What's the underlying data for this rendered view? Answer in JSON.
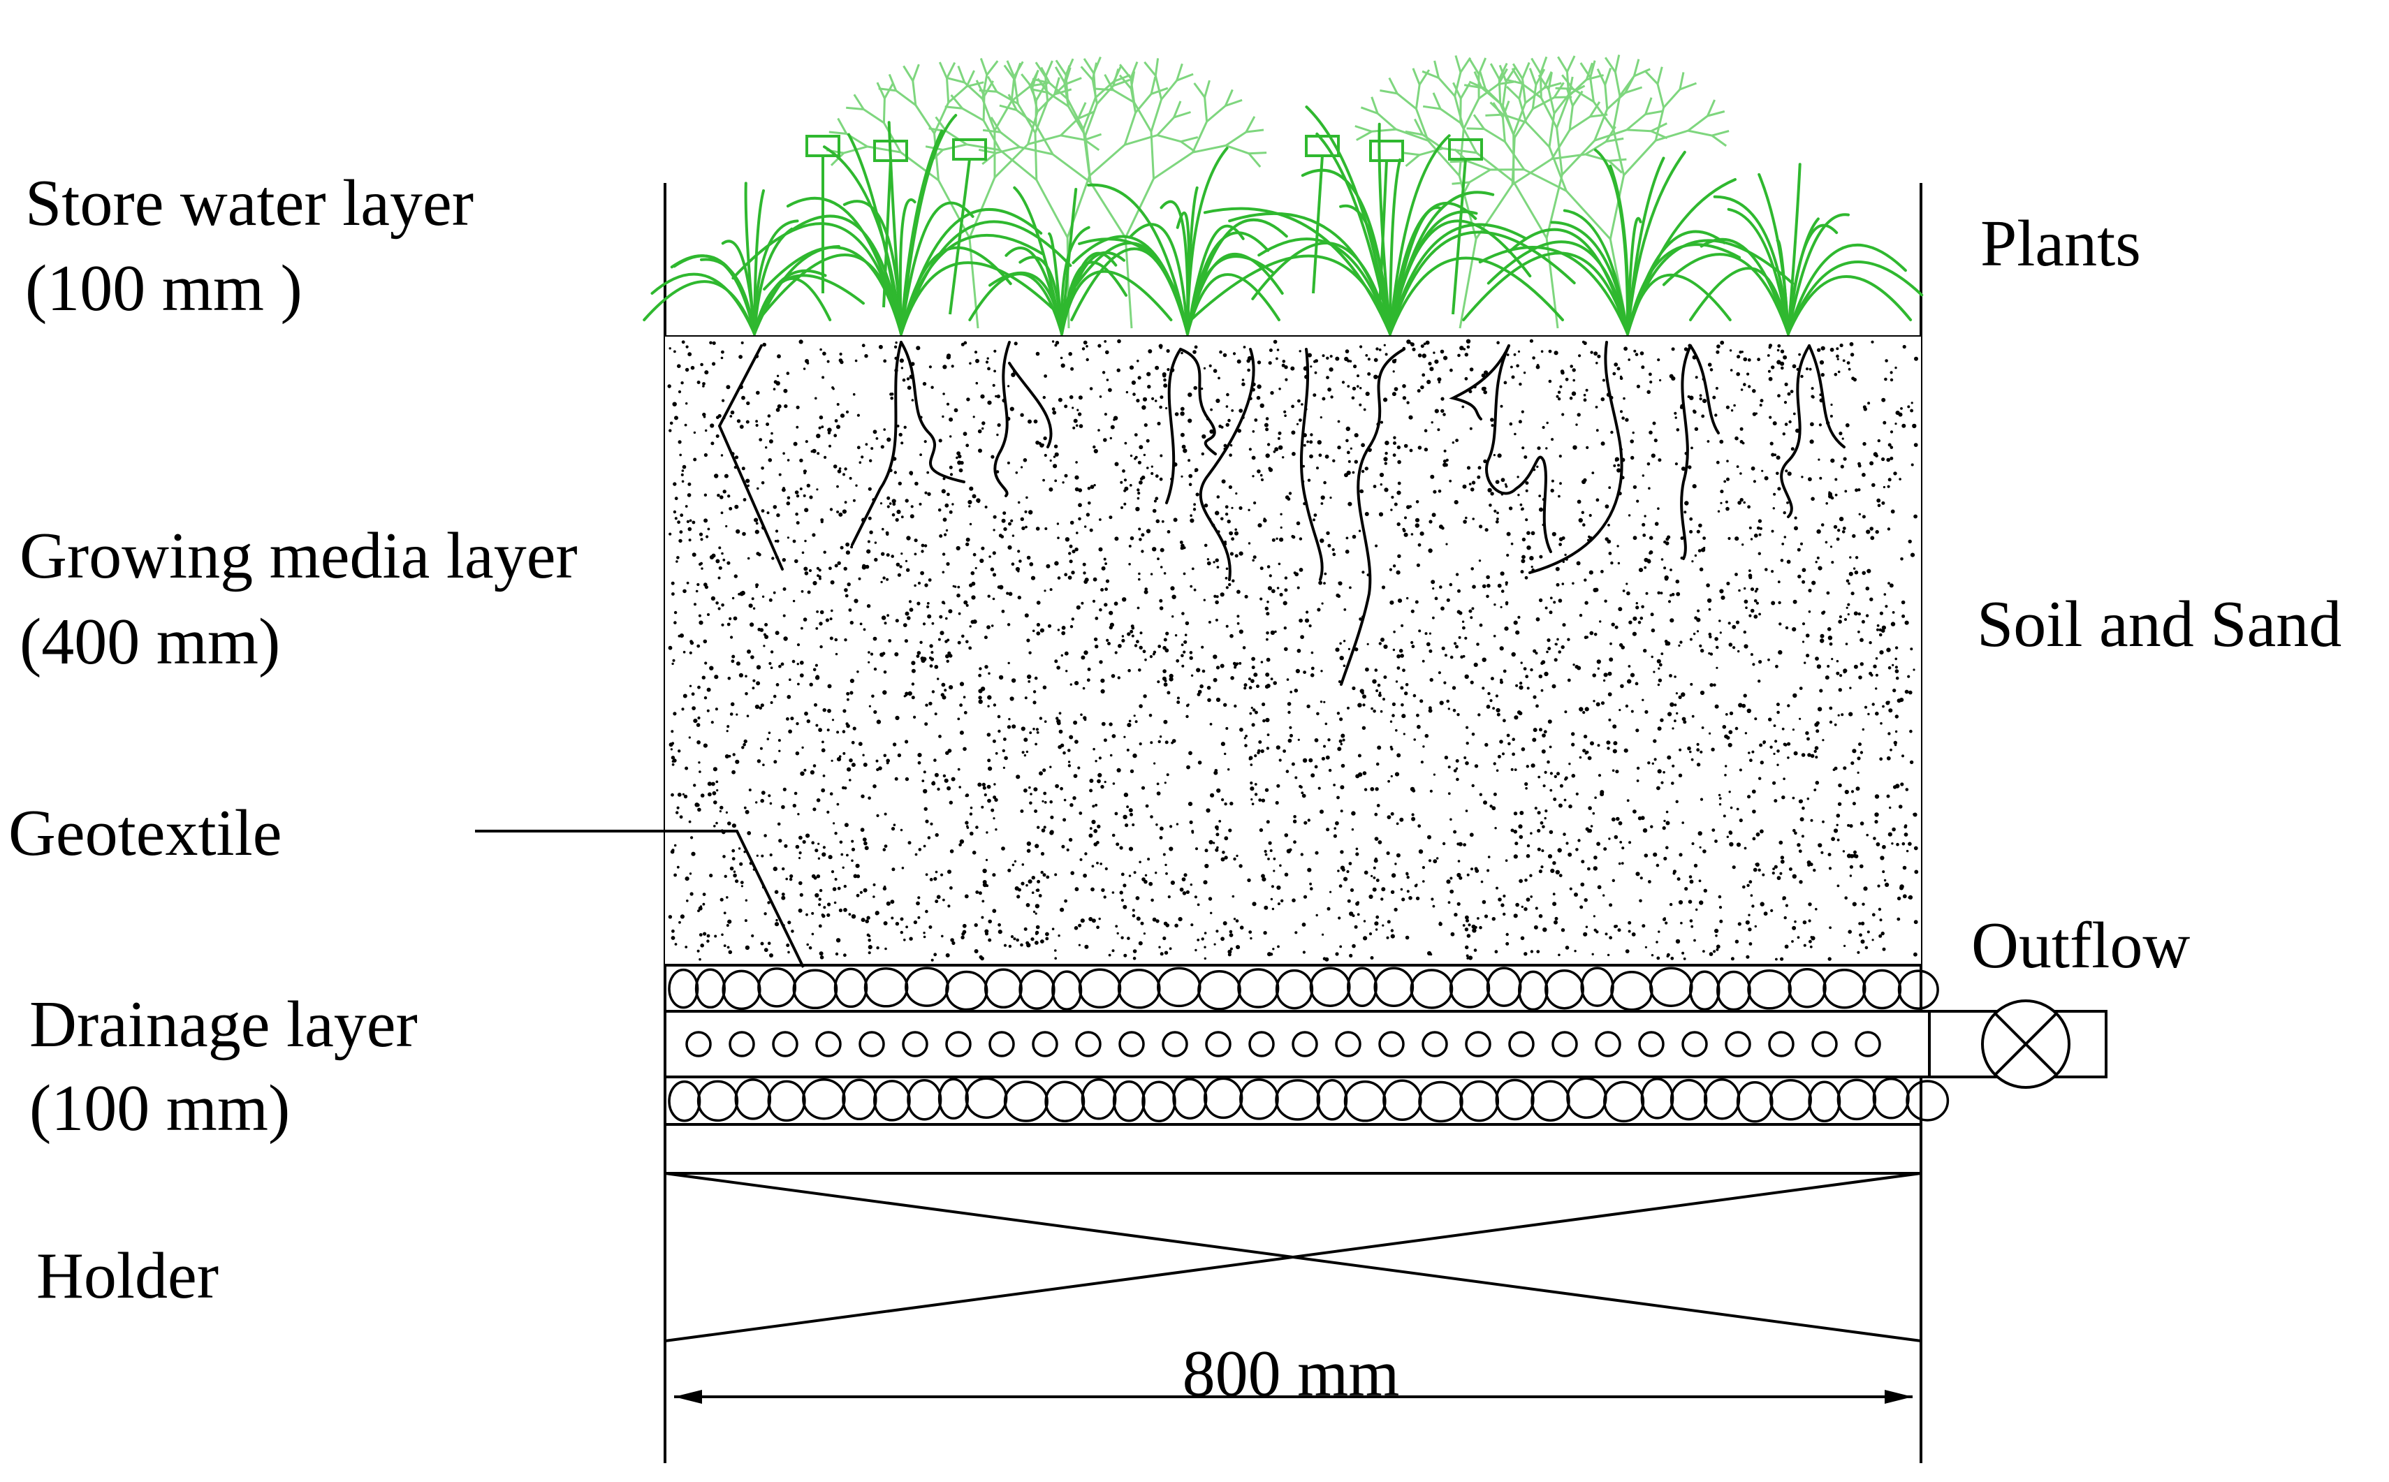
{
  "labels": {
    "store_water_line1": "Store water layer",
    "store_water_line2": "(100 mm )",
    "growing_media_line1": "Growing media layer",
    "growing_media_line2": "(400 mm)",
    "geotextile": "Geotextile",
    "drainage_line1": "Drainage layer",
    "drainage_line2": "(100 mm)",
    "holder": "Holder",
    "plants": "Plants",
    "soil_and_sand": "Soil and Sand",
    "outflow": "Outflow",
    "width_dimension": "800 mm"
  },
  "colors": {
    "plant_green": "#2fb82f",
    "plant_light_green": "#7ed67e",
    "line": "#000000",
    "background": "#ffffff"
  },
  "icons": {
    "outflow_valve": "circle-x-valve-icon"
  }
}
